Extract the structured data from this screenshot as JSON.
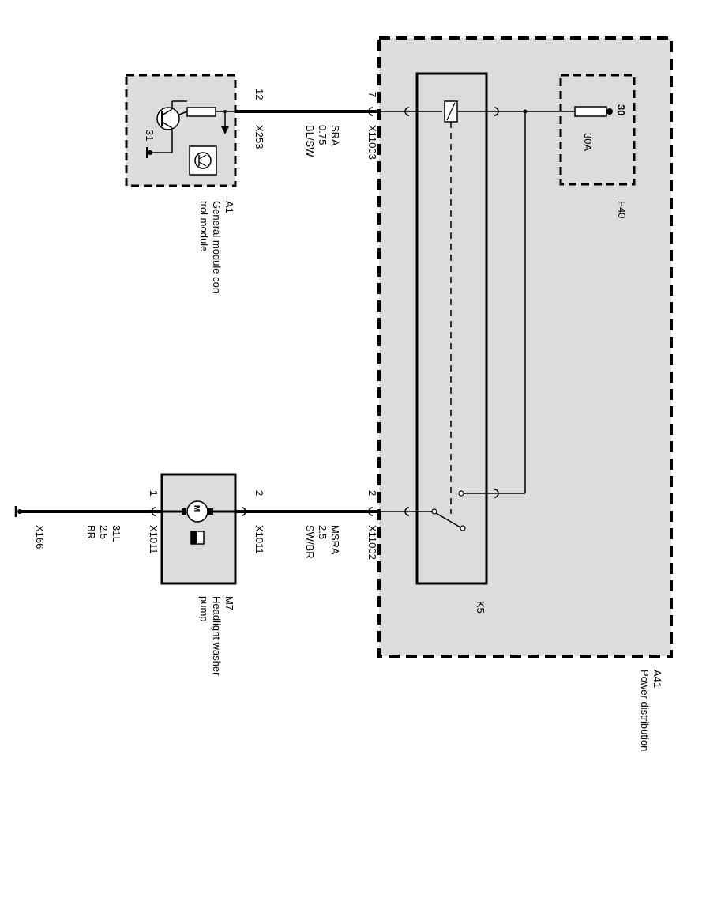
{
  "modules": {
    "power_distribution": {
      "id": "A41",
      "name": "Power distribution"
    },
    "fuse": {
      "id": "F40",
      "terminal": "30",
      "rating": "30A"
    },
    "relay": {
      "id": "K5"
    },
    "general_module": {
      "id": "A1",
      "name_line1": "General module con-",
      "name_line2": "trol module",
      "ground_terminal": "31"
    },
    "washer_pump": {
      "id": "M7",
      "name_line1": "Headlight washer",
      "name_line2": "pump",
      "motor_symbol": "M"
    }
  },
  "top_circuit": {
    "pin_left": "12",
    "connector_left": "X253",
    "wire_name": "SRA",
    "wire_size": "0.75",
    "wire_color": "BL/SW",
    "pin_right": "7",
    "connector_right": "X11003"
  },
  "bottom_circuit": {
    "pin_a41": "2",
    "connector_a41": "X11002",
    "wire_name": "MSRA",
    "wire_size": "2.5",
    "wire_color": "SW/BR",
    "pin_m7_top": "2",
    "connector_m7_top": "X1011",
    "pin_m7_bottom": "1",
    "connector_m7_bottom": "X1011",
    "ground_wire_name": "31L",
    "ground_wire_size": "2.5",
    "ground_wire_color": "BR",
    "ground_connector": "X166"
  },
  "colors": {
    "module_fill": "#dcdcdc",
    "line": "#000000",
    "background": "#ffffff"
  }
}
